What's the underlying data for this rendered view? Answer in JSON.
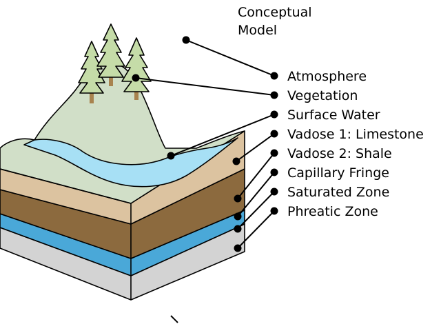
{
  "title_lines": [
    "Conceptual",
    "Model"
  ],
  "labels": [
    "Atmosphere",
    "Vegetation",
    "Surface Water",
    "Vadose 1: Limestone",
    "Vadose 2: Shale",
    "Capillary Fringe",
    "Saturated Zone",
    "Phreatic Zone"
  ],
  "colors": {
    "topsoil": "#d1dfc8",
    "water": "#a7e0f5",
    "limestone": "#dcc3a0",
    "shale": "#8c6a3e",
    "saturated": "#4aa8d8",
    "phreatic": "#d3d3d3",
    "tree_foliage": "#c5dca8",
    "tree_trunk": "#a8834f"
  }
}
